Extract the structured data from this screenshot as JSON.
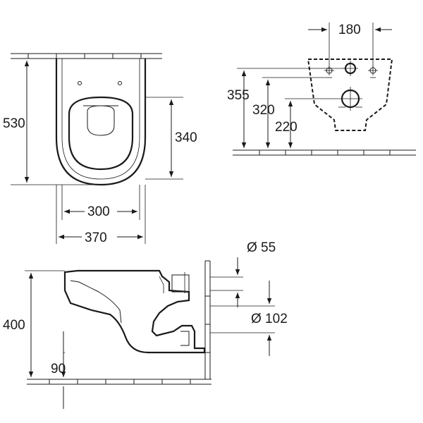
{
  "colors": {
    "line": "#1a1a1a",
    "background": "#ffffff"
  },
  "top_view": {
    "total_length": "530",
    "seat_length": "340",
    "seat_width": "300",
    "total_width": "370"
  },
  "wall_view": {
    "hole_spacing": "180",
    "height_355": "355",
    "height_320": "320",
    "height_220": "220"
  },
  "side_view": {
    "height": "400",
    "inlet_diameter": "Ø 55",
    "outlet_diameter": "Ø 102",
    "outlet_offset": "90"
  }
}
